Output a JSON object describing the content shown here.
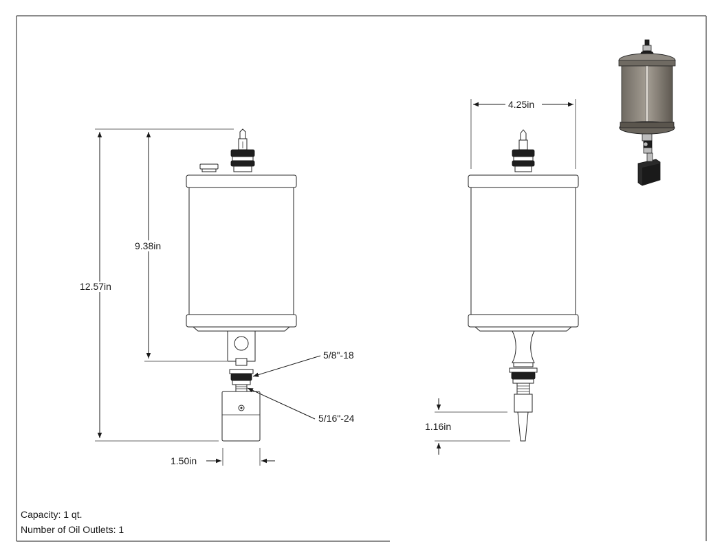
{
  "dimensions": {
    "overall_height": "12.57in",
    "reservoir_height": "9.38in",
    "outlet_width": "1.50in",
    "reservoir_diameter": "4.25in",
    "outlet_length": "1.16in"
  },
  "callouts": {
    "thread_upper": "5/8\"-18",
    "thread_lower": "5/16\"-24"
  },
  "notes": {
    "capacity": "Capacity: 1 qt.",
    "oil_outlets": "Number of Oil Outlets: 1"
  }
}
